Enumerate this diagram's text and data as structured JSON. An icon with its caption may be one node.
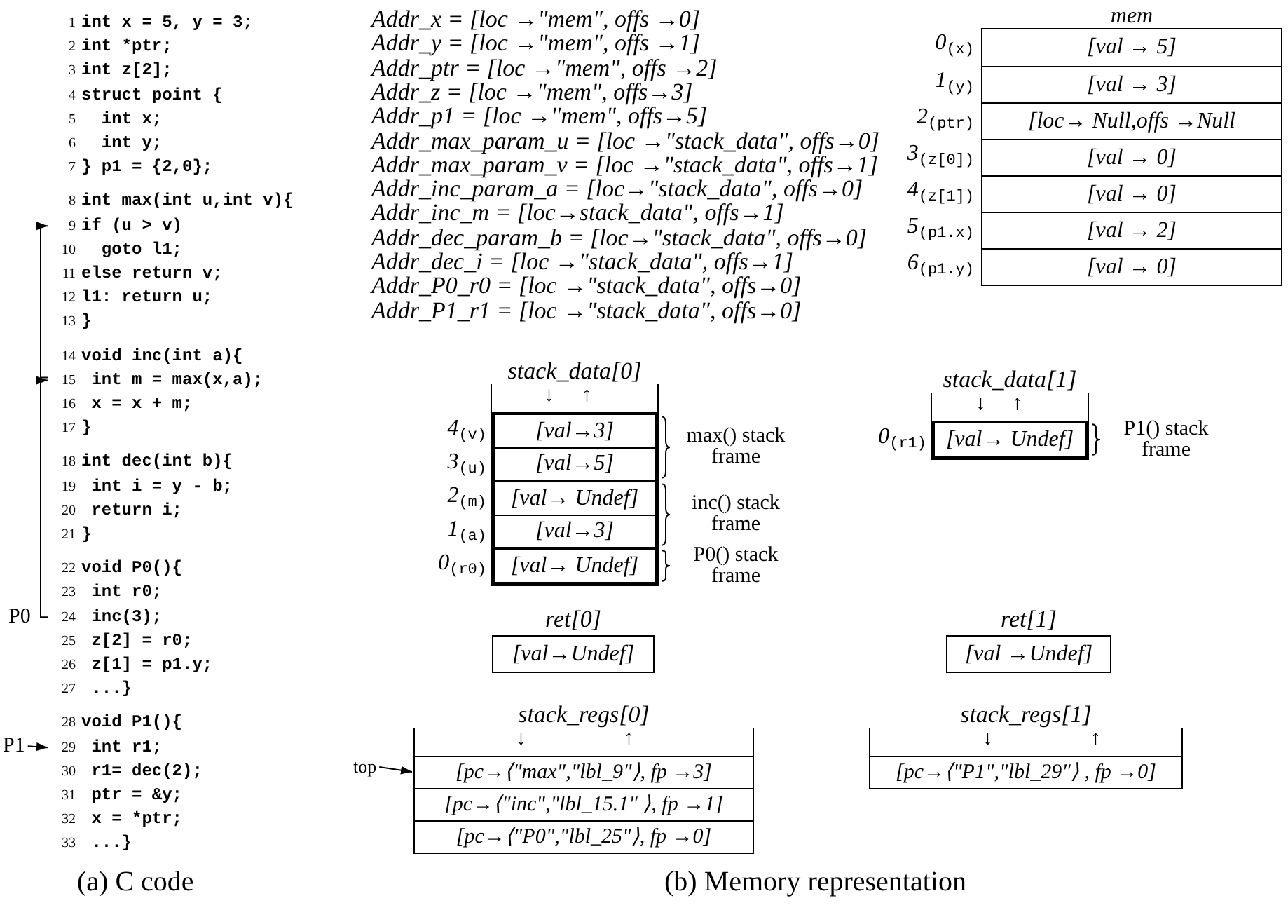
{
  "diagram": {
    "nodes": [
      {
        "text": [
          "1",
          "int x = 5, y = 3;"
        ]
      },
      {
        "text": [
          "2",
          "int *ptr;"
        ]
      },
      {
        "text": [
          "3",
          "int z[2];"
        ]
      },
      {
        "text": [
          "4",
          "struct point {"
        ]
      },
      {
        "text": [
          "5",
          "int x;"
        ]
      },
      {
        "text": [
          "6",
          "int y;"
        ]
      },
      {
        "text": [
          "7",
          "} p1 = {2,0};"
        ]
      },
      {
        "text": [
          "8",
          "int max(int u,int v){"
        ]
      },
      {
        "text": [
          "9",
          "if (u > v)"
        ]
      },
      {
        "text": [
          "10",
          "goto l1;"
        ]
      },
      {
        "text": [
          "11",
          "else return v;"
        ]
      },
      {
        "text": [
          "12",
          "l1: return u;"
        ]
      },
      {
        "text": [
          "13",
          "}"
        ]
      },
      {
        "text": [
          "14",
          "void inc(int a){"
        ]
      },
      {
        "text": [
          "15",
          "int m = max(x,a);"
        ]
      },
      {
        "text": [
          "16",
          "x = x + m;"
        ]
      },
      {
        "text": [
          "17",
          "}"
        ]
      },
      {
        "text": [
          "18",
          "int dec(int b){"
        ]
      },
      {
        "text": [
          "19",
          "int i = y - b;"
        ]
      },
      {
        "text": [
          "20",
          "return i;"
        ]
      },
      {
        "text": [
          "21",
          "}"
        ]
      },
      {
        "text": [
          "22",
          "void P0(){"
        ]
      },
      {
        "text": [
          "23",
          "int r0;"
        ]
      },
      {
        "text": [
          "24",
          "inc(3);"
        ],
        "beside": [
          "P0"
        ]
      },
      {
        "text": [
          "25",
          "z[2] = r0;"
        ]
      },
      {
        "text": [
          "26",
          "z[1] = p1.y;"
        ]
      },
      {
        "text": [
          "27",
          "...}"
        ]
      },
      {
        "text": [
          "28",
          "void P1(){"
        ]
      },
      {
        "text": [
          "29",
          "int r1;"
        ]
      },
      {
        "text": [
          "30",
          "r1= dec(2);"
        ]
      },
      {
        "text": [
          "31",
          "ptr = &y;"
        ]
      },
      {
        "text": [
          "32",
          "x = *ptr;"
        ]
      },
      {
        "text": [
          "33",
          "...}"
        ]
      },
      {
        "text": [
          "P1"
        ]
      },
      {
        "text": [
          "mem"
        ]
      },
      {
        "text": [
          "[val → 5]"
        ],
        "in": 34
      },
      {
        "text": [
          "[val → 3]"
        ],
        "in": 34
      },
      {
        "text": [
          "[loc→ Null,offs →Null"
        ],
        "in": 34
      },
      {
        "text": [
          "[val → 0]"
        ],
        "in": 34
      },
      {
        "text": [
          "[val → 0]"
        ],
        "in": 34
      },
      {
        "text": [
          "[val → 2]"
        ],
        "in": 34
      },
      {
        "text": [
          "[val → 0]"
        ],
        "in": 34
      },
      {
        "text": [
          "stack_data[0]"
        ]
      },
      {
        "text": [],
        "shape": "box",
        "in": 42,
        "beside": [
          "max() stack frame"
        ]
      },
      {
        "text": [
          "[val→3]"
        ],
        "in": 43
      },
      {
        "text": [
          "[val→5]"
        ],
        "in": 43
      },
      {
        "text": [],
        "shape": "box",
        "in": 42,
        "beside": [
          "inc() stack frame"
        ]
      },
      {
        "text": [
          "[val→ Undef]"
        ],
        "in": 46
      },
      {
        "text": [
          "[val→3]"
        ],
        "in": 46
      },
      {
        "text": [],
        "shape": "box",
        "in": 42,
        "beside": [
          "P0() stack frame"
        ]
      },
      {
        "text": [
          "[val→ Undef]"
        ],
        "in": 49
      },
      {
        "text": [
          "stack_data[1]"
        ]
      },
      {
        "text": [],
        "shape": "box",
        "in": 51,
        "beside": [
          "P1() stack frame"
        ]
      },
      {
        "text": [
          "[val→ Undef]"
        ],
        "in": 52
      },
      {
        "text": [
          "ret[0]",
          "[val→Undef]"
        ]
      },
      {
        "text": [
          "ret[1]",
          "[val →Undef]"
        ]
      },
      {
        "text": [
          "top"
        ]
      },
      {
        "text": [
          "stack_regs[0]"
        ]
      },
      {
        "text": [
          "[pc→⟨\"max\",\"lbl_9\"⟩,  fp →3]"
        ],
        "in": 57
      },
      {
        "text": [
          "[pc→⟨\"inc\",\"lbl_15.1\" ⟩,  fp →1]"
        ],
        "in": 57
      },
      {
        "text": [
          "[pc→⟨\"P0\",\"lbl_25\"⟩,  fp →0]"
        ],
        "in": 57
      },
      {
        "text": [
          "stack_regs[1]"
        ]
      },
      {
        "text": [
          "[pc→⟨\"P1\",\"lbl_29\"⟩ ,  fp →0]"
        ],
        "in": 61
      }
    ],
    "edges": [
      {
        "from": 23,
        "to": 14,
        "arrow": "to"
      },
      {
        "from": 14,
        "to": 8,
        "arrow": "to"
      },
      {
        "from": 33,
        "to": 28,
        "arrow": "to"
      },
      {
        "from": 56,
        "to": 58,
        "arrow": "to"
      }
    ],
    "labels": [
      "Addr_x = [loc →\"mem\", offs →0]",
      "Addr_y = [loc →\"mem\", offs →1]",
      "Addr_ptr = [loc →\"mem\", offs →2]",
      "Addr_z = [loc →\"mem\", offs→3]",
      "Addr_p1 = [loc →\"mem\", offs→5]",
      "Addr_max_param_u = [loc →\"stack_data\", offs→0]",
      "Addr_max_param_v = [loc →\"stack_data\", offs→1]",
      "Addr_inc_param_a = [loc→\"stack_data\", offs→0]",
      "Addr_inc_m = [loc→stack_data\", offs→1]",
      "Addr_dec_param_b = [loc→\"stack_data\", offs→0]",
      "Addr_dec_i = [loc →\"stack_data\", offs→1]",
      "Addr_P0_r0 = [loc →\"stack_data\", offs→0]",
      "Addr_P1_r1 = [loc →\"stack_data\", offs→0]",
      "0$_{(x)}$",
      "1$_{(y)}$",
      "2$_{(ptr)}$",
      "3$_{(z[0])}$",
      "4$_{(z[1])}$",
      "5$_{(p1.x)}$",
      "6$_{(p1.y)}$",
      "4$_{(v)}$",
      "3$_{(u)}$",
      "2$_{(m)}$",
      "1$_{(a)}$",
      "0$_{(r0)}$",
      "0$_{(r1)}$",
      "↓",
      "↑",
      "↓",
      "↑",
      "↓",
      "↑",
      "↓",
      "↑",
      "(a) C code",
      "(b) Memory representation"
    ]
  }
}
